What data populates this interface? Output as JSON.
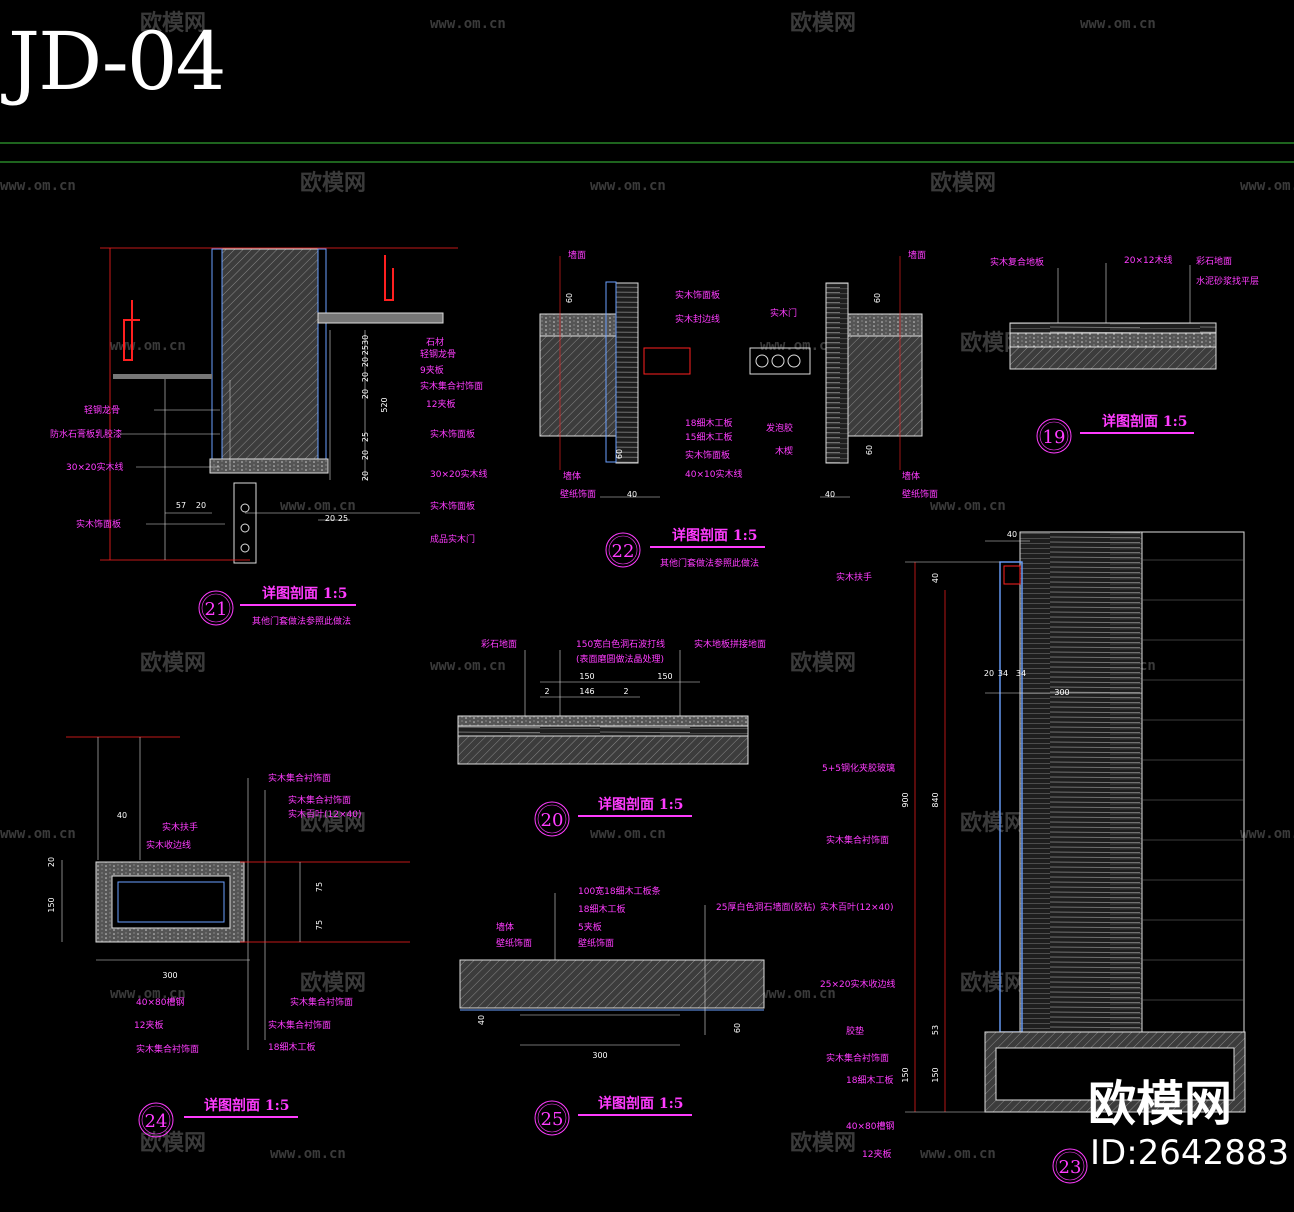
{
  "sheet_id": "JD-04",
  "watermark": {
    "url": "www.om.cn",
    "brand": "欧模网"
  },
  "footer": {
    "brand": "欧模网",
    "id": "ID:2642883"
  },
  "colors": {
    "annotation": "#ff3cff",
    "wall": "#9a9a9a",
    "dim": "#ffffff",
    "frame": "#3cc83c",
    "accent": "#ff2020"
  },
  "details": {
    "d21": {
      "number": "21",
      "title": "详图剖面 1:5",
      "subtitle": "其他门套做法参照此做法",
      "labels": [
        "轻钢龙骨",
        "防水石膏板乳胶漆",
        "30×20实木线",
        "实木饰面板",
        "石材",
        "轻钢龙骨",
        "9夹板",
        "实木集合衬饰面",
        "12夹板",
        "实木饰面板",
        "30×20实木线",
        "实木饰面板",
        "成品实木门"
      ],
      "dims": [
        "57",
        "20",
        "20",
        "25",
        "2530",
        "20",
        "20",
        "20",
        "25",
        "20",
        "20",
        "520"
      ]
    },
    "d22": {
      "number": "22",
      "title": "详图剖面 1:5",
      "subtitle": "其他门套做法参照此做法",
      "labels": [
        "墙面",
        "实木饰面板",
        "实木封边线",
        "18细木工板",
        "15细木工板",
        "实木饰面板",
        "40×10实木线",
        "墙体",
        "壁纸饰面",
        "实木门",
        "发泡胶",
        "木楔",
        "墙面",
        "墙体",
        "壁纸饰面"
      ],
      "dims": [
        "60",
        "60",
        "40",
        "60",
        "60",
        "40"
      ]
    },
    "d19": {
      "number": "19",
      "title": "详图剖面 1:5",
      "labels": [
        "实木复合地板",
        "20×12木线",
        "彩石地面",
        "水泥砂浆找平层"
      ]
    },
    "d20": {
      "number": "20",
      "title": "详图剖面 1:5",
      "labels": [
        "彩石地面",
        "150宽白色洞石波打线",
        "(表面磨圆做法晶处理)",
        "实木地板拼接地面"
      ],
      "dims": [
        "150",
        "150",
        "2",
        "146",
        "2"
      ]
    },
    "d23": {
      "number": "23",
      "title": "详图剖面 1:5",
      "labels": [
        "实木扶手",
        "5+5钢化夹胶玻璃",
        "实木集合衬饰面",
        "实木百叶(12×40)",
        "25×20实木收边线",
        "胶垫",
        "实木集合衬饰面",
        "18细木工板",
        "40×80槽钢",
        "12夹板"
      ],
      "dims": [
        "40",
        "40",
        "20",
        "34",
        "34",
        "300",
        "900",
        "840",
        "53",
        "150",
        "150"
      ]
    },
    "d24": {
      "number": "24",
      "title": "详图剖面 1:5",
      "labels": [
        "实木集合衬饰面",
        "实木集合衬饰面",
        "实木百叶(12×40)",
        "实木扶手",
        "实木收边线",
        "40×80槽钢",
        "12夹板",
        "实木集合衬饰面",
        "实木集合衬饰面",
        "实木集合衬饰面",
        "18细木工板"
      ],
      "dims": [
        "40",
        "20",
        "150",
        "300",
        "75",
        "75"
      ]
    },
    "d25": {
      "number": "25",
      "title": "详图剖面 1:5",
      "labels": [
        "100宽18细木工板条",
        "18细木工板",
        "墙体",
        "5夹板",
        "壁纸饰面",
        "壁纸饰面",
        "25厚白色洞石墙面(胶粘)"
      ],
      "dims": [
        "40",
        "300",
        "60"
      ]
    }
  }
}
